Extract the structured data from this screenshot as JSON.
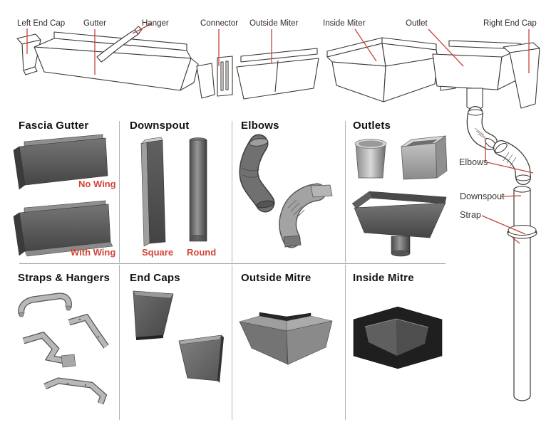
{
  "palette": {
    "red": "#d2453a",
    "red-line": "#c6453c",
    "ink": "#131313",
    "sketch-line": "#3c3836",
    "divider": "#b3b3b3"
  },
  "assembly_diagram": {
    "labels": [
      {
        "text": "Left End Cap"
      },
      {
        "text": "Gutter"
      },
      {
        "text": "Hanger"
      },
      {
        "text": "Connector"
      },
      {
        "text": "Outside Miter"
      },
      {
        "text": "Inside Miter"
      },
      {
        "text": "Outlet"
      },
      {
        "text": "Right End Cap"
      }
    ]
  },
  "downspout_diagram": {
    "labels": [
      {
        "text": "Elbows"
      },
      {
        "text": "Downspout"
      },
      {
        "text": "Strap"
      }
    ]
  },
  "catalog": {
    "rows": [
      [
        {
          "title": "Fascia Gutter",
          "variant_labels": [
            "No Wing",
            "With Wing"
          ]
        },
        {
          "title": "Downspout",
          "variant_labels": [
            "Square",
            "Round"
          ]
        },
        {
          "title": "Elbows",
          "variant_labels": []
        },
        {
          "title": "Outlets",
          "variant_labels": []
        }
      ],
      [
        {
          "title": "Straps & Hangers",
          "variant_labels": []
        },
        {
          "title": "End Caps",
          "variant_labels": []
        },
        {
          "title": "Outside Mitre",
          "variant_labels": []
        },
        {
          "title": "Inside Mitre",
          "variant_labels": []
        }
      ]
    ]
  }
}
